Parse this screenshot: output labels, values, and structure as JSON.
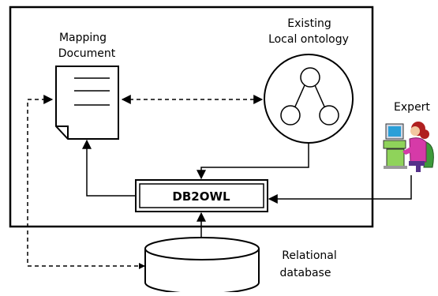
{
  "labels": {
    "mapping_line1": "Mapping",
    "mapping_line2": "Document",
    "existing_line1": "Existing",
    "existing_line2": "Local ontology",
    "expert": "Expert",
    "db2owl": "DB2OWL",
    "relational_line1": "Relational",
    "relational_line2": "database"
  },
  "icons": {
    "document": "document-icon",
    "ontology": "ontology-graph-icon",
    "expert": "expert-person-at-computer-icon",
    "database": "database-cylinder-icon"
  },
  "colors": {
    "line": "#000000",
    "background": "#ffffff",
    "expert_shirt": "#d63aa8",
    "expert_hair": "#b02020",
    "expert_monitor": "#2a9fd8",
    "expert_cpu": "#8fd35a",
    "expert_chair": "#3e9a3a"
  }
}
